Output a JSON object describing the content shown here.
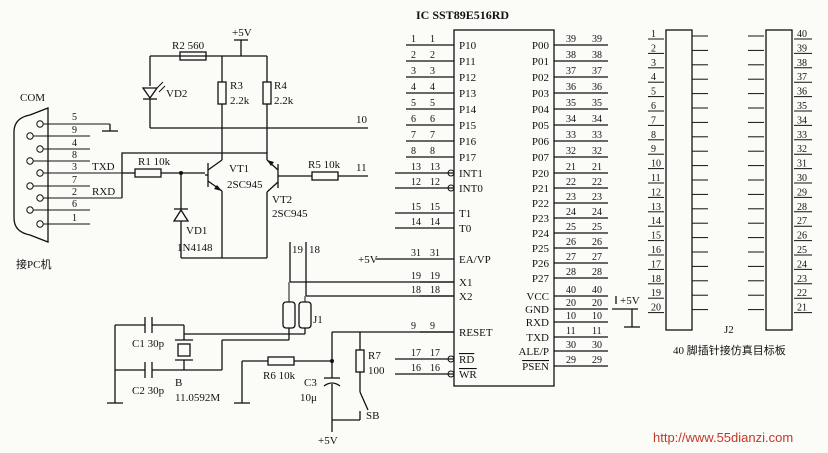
{
  "ic": {
    "title": "IC SST89E516RD",
    "left_pins": [
      {
        "num": "1",
        "label": "P10"
      },
      {
        "num": "2",
        "label": "P11"
      },
      {
        "num": "3",
        "label": "P12"
      },
      {
        "num": "4",
        "label": "P13"
      },
      {
        "num": "5",
        "label": "P14"
      },
      {
        "num": "6",
        "label": "P15"
      },
      {
        "num": "7",
        "label": "P16"
      },
      {
        "num": "8",
        "label": "P17"
      }
    ],
    "int_pins": [
      {
        "num": "13",
        "label": "INT1"
      },
      {
        "num": "12",
        "label": "INT0"
      }
    ],
    "timer_pins": [
      {
        "num": "15",
        "label": "T1"
      },
      {
        "num": "14",
        "label": "T0"
      }
    ],
    "ea_pin": {
      "num": "31",
      "label": "EA/VP"
    },
    "x1_pin": {
      "num": "19",
      "label": "X1"
    },
    "x2_pin": {
      "num": "18",
      "label": "X2"
    },
    "reset_pin": {
      "num": "9",
      "label": "RESET"
    },
    "rd_pin": {
      "num": "17",
      "label": "RD"
    },
    "wr_pin": {
      "num": "16",
      "label": "WR"
    },
    "right_pins": [
      {
        "num": "39",
        "label": "P00"
      },
      {
        "num": "38",
        "label": "P01"
      },
      {
        "num": "37",
        "label": "P02"
      },
      {
        "num": "36",
        "label": "P03"
      },
      {
        "num": "35",
        "label": "P04"
      },
      {
        "num": "34",
        "label": "P05"
      },
      {
        "num": "33",
        "label": "P06"
      },
      {
        "num": "32",
        "label": "P07"
      },
      {
        "num": "21",
        "label": "P20"
      },
      {
        "num": "22",
        "label": "P21"
      },
      {
        "num": "23",
        "label": "P22"
      },
      {
        "num": "24",
        "label": "P23"
      },
      {
        "num": "25",
        "label": "P24"
      },
      {
        "num": "26",
        "label": "P25"
      },
      {
        "num": "27",
        "label": "P26"
      },
      {
        "num": "28",
        "label": "P27"
      }
    ],
    "power_pins": [
      {
        "num": "40",
        "label": "VCC"
      },
      {
        "num": "20",
        "label": "GND"
      },
      {
        "num": "10",
        "label": "RXD"
      },
      {
        "num": "11",
        "label": "TXD"
      },
      {
        "num": "30",
        "label": "ALE/P"
      },
      {
        "num": "29",
        "label": "PSEN"
      }
    ]
  },
  "components": {
    "r2": "R2 560",
    "r3": "R3",
    "r3_val": "2.2k",
    "r4": "R4",
    "r4_val": "2.2k",
    "vd2": "VD2",
    "r1": "R1 10k",
    "r5": "R5 10k",
    "vt1": "VT1",
    "vt1_type": "2SC945",
    "vt2": "VT2",
    "vt2_type": "2SC945",
    "vd1": "VD1",
    "vd1_type": "1N4148",
    "c1": "C1 30p",
    "c2": "C2 30p",
    "b": "B",
    "b_freq": "11.0592M",
    "j1": "J1",
    "r6": "R6 10k",
    "c3": "C3",
    "c3_val": "10μ",
    "r7": "R7",
    "r7_val": "100",
    "sb": "SB"
  },
  "nets": {
    "vcc_top": "+5V",
    "vcc_ea": "+5V",
    "vcc_chip": "+5V",
    "vcc_bottom": "+5V",
    "txd": "TXD",
    "rxd": "RXD",
    "n10": "10",
    "n11": "11",
    "n19": "19",
    "n18": "18"
  },
  "com": {
    "title": "COM",
    "pins": [
      "5",
      "9",
      "4",
      "8",
      "3",
      "7",
      "2",
      "6",
      "1"
    ],
    "caption": "接PC机"
  },
  "j2": {
    "label": "J2",
    "caption": "40 脚插针接仿真目标板",
    "left": [
      "1",
      "2",
      "3",
      "4",
      "5",
      "6",
      "7",
      "8",
      "9",
      "10",
      "11",
      "12",
      "13",
      "14",
      "15",
      "16",
      "17",
      "18",
      "19",
      "20"
    ],
    "right": [
      "40",
      "39",
      "38",
      "37",
      "36",
      "35",
      "34",
      "33",
      "32",
      "31",
      "30",
      "29",
      "28",
      "27",
      "26",
      "25",
      "24",
      "23",
      "22",
      "21"
    ]
  },
  "watermark": "http://www.55dianzi.com"
}
